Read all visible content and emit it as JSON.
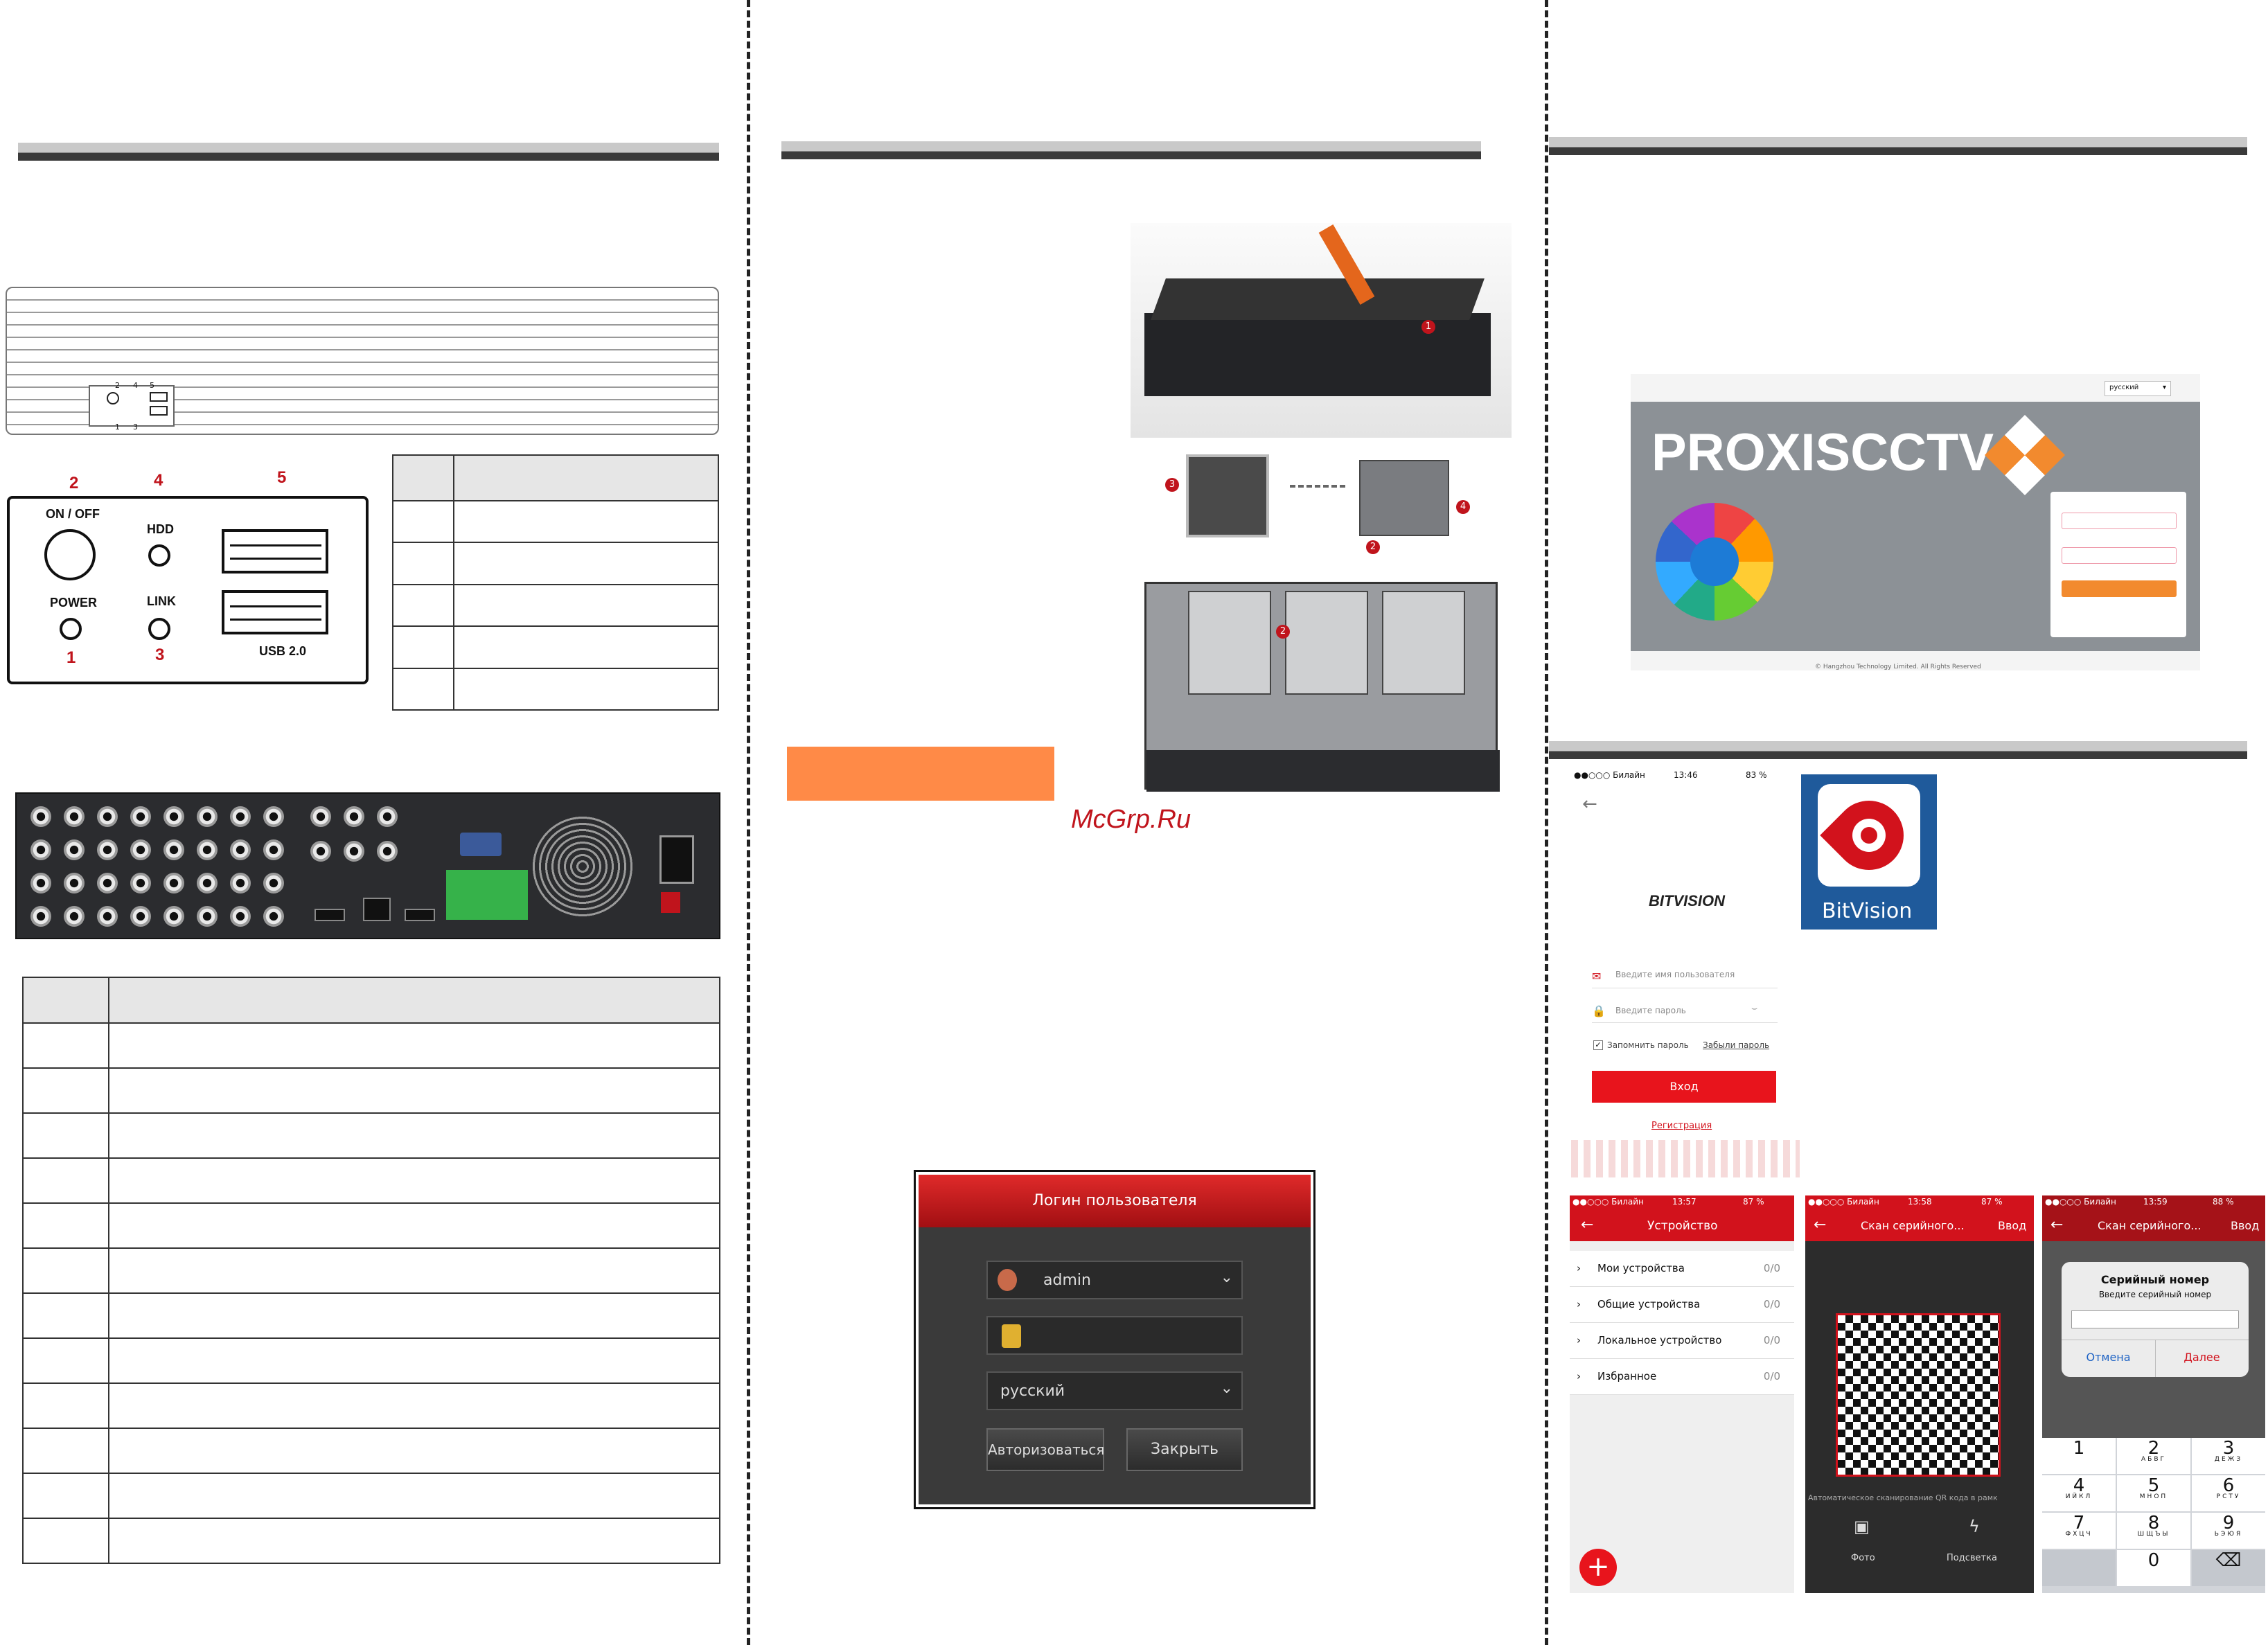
{
  "watermark": "McGrp.Ru",
  "front_panel": {
    "small_numbers": [
      "2",
      "4",
      "5",
      "1",
      "3"
    ],
    "numbers": {
      "n1": "1",
      "n2": "2",
      "n3": "3",
      "n4": "4",
      "n5": "5"
    },
    "labels": {
      "on_off": "ON / OFF",
      "hdd": "HDD",
      "power": "POWER",
      "link": "LINK",
      "usb": "USB 2.0"
    }
  },
  "install_figure": {
    "step1": "1",
    "step2": "2",
    "step3": "3",
    "step4": "4"
  },
  "dvr_login": {
    "title": "Логин пользователя",
    "username": "admin",
    "language": "русский",
    "login_button": "Авторизоваться",
    "close_button": "Закрыть"
  },
  "web_login": {
    "language": "русский",
    "brand": "PROXISCCTV",
    "footer": "© Hangzhou Technology Limited. All Rights Reserved"
  },
  "bitvision_login": {
    "status": {
      "carrier": "●●○○○ Билайн",
      "time": "13:46",
      "battery": "83 %"
    },
    "logo_text": "BITVISION",
    "icon_label": "BitVision",
    "username_placeholder": "Введите имя пользователя",
    "password_placeholder": "Введите пароль",
    "remember": "Запомнить пароль",
    "forgot": "Забыли пароль",
    "login_button": "Вход",
    "register": "Регистрация"
  },
  "devices_screen": {
    "status": {
      "carrier": "●●○○○ Билайн",
      "time": "13:57",
      "battery": "87 %"
    },
    "title": "Устройство",
    "rows": [
      {
        "label": "Мои устройства",
        "count": "0/0"
      },
      {
        "label": "Общие устройства",
        "count": "0/0"
      },
      {
        "label": "Локальное устройство",
        "count": "0/0"
      },
      {
        "label": "Избранное",
        "count": "0/0"
      }
    ]
  },
  "scan_screen": {
    "status": {
      "carrier": "●●○○○ Билайн",
      "time": "13:58",
      "battery": "87 %"
    },
    "title": "Скан серийного...",
    "action": "Ввод",
    "hint": "Автоматическое сканирование QR кода в рамк",
    "photo": "Фото",
    "flash": "Подсветка"
  },
  "serial_screen": {
    "status": {
      "carrier": "●●○○○ Билайн",
      "time": "13:59",
      "battery": "88 %"
    },
    "title": "Скан серийного...",
    "action": "Ввод",
    "dialog_title": "Серийный номер",
    "dialog_msg": "Введите серийный номер",
    "cancel": "Отмена",
    "next": "Далее",
    "keys": [
      {
        "d": "1",
        "l": ""
      },
      {
        "d": "2",
        "l": "АБВГ"
      },
      {
        "d": "3",
        "l": "ДЕЖЗ"
      },
      {
        "d": "4",
        "l": "ИЙКЛ"
      },
      {
        "d": "5",
        "l": "МНОП"
      },
      {
        "d": "6",
        "l": "РСТУ"
      },
      {
        "d": "7",
        "l": "ФХЦЧ"
      },
      {
        "d": "8",
        "l": "ШЩЪЫ"
      },
      {
        "d": "9",
        "l": "ЬЭЮЯ"
      },
      {
        "d": "",
        "l": ""
      },
      {
        "d": "0",
        "l": ""
      },
      {
        "d": "⌫",
        "l": ""
      }
    ]
  }
}
